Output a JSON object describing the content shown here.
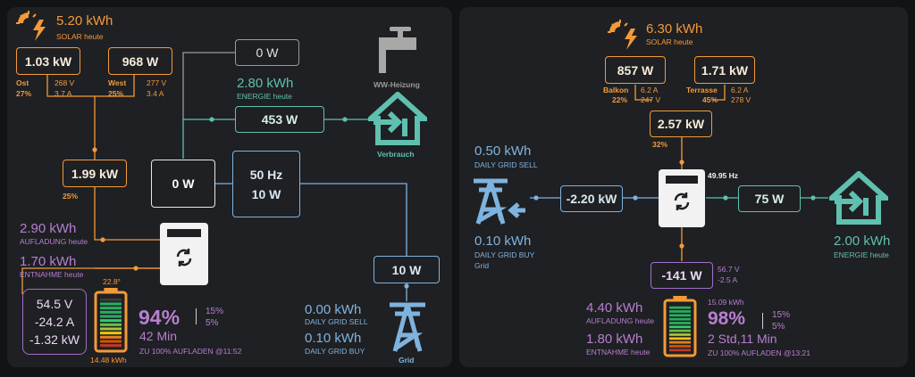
{
  "left": {
    "solar": {
      "value": "5.20 kWh",
      "label": "SOLAR heute"
    },
    "pv1": {
      "power": "1.03 kW",
      "name": "Ost",
      "pct": "27%",
      "voltage": "268 V",
      "current": "3.7 A"
    },
    "pv2": {
      "power": "968 W",
      "name": "West",
      "pct": "25%",
      "voltage": "277 V",
      "current": "3.4 A"
    },
    "solar_total": {
      "power": "1.99 kW",
      "pct": "25%"
    },
    "ww": {
      "power": "0 W",
      "label": "WW-Heizung"
    },
    "energie": {
      "value": "2.80 kWh",
      "label": "ENERGIE heute"
    },
    "load": {
      "power": "453 W",
      "label": "Verbrauch"
    },
    "inverter": {
      "power": "0 W"
    },
    "aux": {
      "freq": "50 Hz",
      "power": "10 W"
    },
    "grid_box": {
      "power": "10 W"
    },
    "grid": {
      "sell_value": "0.00 kWh",
      "sell_label": "DAILY GRID SELL",
      "buy_value": "0.10 kWh",
      "buy_label": "DAILY GRID BUY",
      "label": "Grid"
    },
    "battery": {
      "charge_value": "2.90 kWh",
      "charge_label": "AUFLADUNG heute",
      "discharge_value": "1.70 kWh",
      "discharge_label": "ENTNAHME heute",
      "voltage": "54.5 V",
      "current": "-24.2 A",
      "power": "-1.32 kW",
      "temp": "22.8°",
      "soc": "94%",
      "soc_level": 0.94,
      "runtime": "42 Min",
      "soc_max": "15%",
      "soc_min": "5%",
      "capacity": "14.48 kWh",
      "eta": "ZU 100% AUFLADEN @11:52"
    }
  },
  "right": {
    "solar": {
      "value": "6.30 kWh",
      "label": "SOLAR heute"
    },
    "pv1": {
      "power": "857 W",
      "name": "Balkon",
      "pct": "22%",
      "current": "6.2 A",
      "voltage": "247 V"
    },
    "pv2": {
      "power": "1.71 kW",
      "name": "Terrasse",
      "pct": "45%",
      "current": "6.2 A",
      "voltage": "278 V"
    },
    "solar_total": {
      "power": "2.57 kW",
      "pct": "32%"
    },
    "inverter": {
      "freq": "49.95 Hz"
    },
    "grid": {
      "power": "-2.20 kW",
      "sell_value": "0.50 kWh",
      "sell_label": "DAILY GRID SELL",
      "buy_value": "0.10 kWh",
      "buy_label": "DAILY GRID BUY",
      "label": "Grid"
    },
    "load": {
      "power": "75 W",
      "value": "2.00 kWh",
      "label": "ENERGIE heute"
    },
    "battery": {
      "power": "-141 W",
      "voltage": "56.7 V",
      "current": "-2.5 A",
      "charge_value": "4.40 kWh",
      "charge_label": "AUFLADUNG heute",
      "discharge_value": "1.80 kWh",
      "discharge_label": "ENTNAHME heute",
      "capacity": "15.09 kWh",
      "soc": "98%",
      "soc_level": 0.98,
      "runtime": "2 Std,11 Min",
      "soc_max": "15%",
      "soc_min": "5%",
      "eta": "ZU 100% AUFLADEN @13:21"
    }
  },
  "colors": {
    "solar": "#f39a38",
    "load": "#5fc0b0",
    "grid": "#7fb3df",
    "battery": "#b67fd1"
  },
  "icons": [
    "sun-icon",
    "faucet-icon",
    "house-import-icon",
    "transmission-tower-icon",
    "inverter-icon",
    "battery-icon"
  ]
}
